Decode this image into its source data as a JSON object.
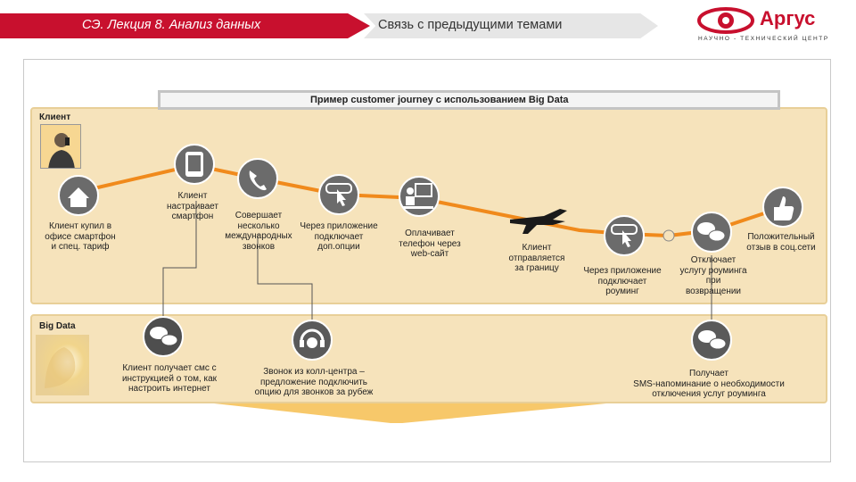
{
  "header": {
    "left_title": "СЭ. Лекция 8. Анализ данных",
    "right_title": "Связь с предыдущими темами"
  },
  "logo": {
    "name": "Аргус",
    "subtitle": "НАУЧНО - ТЕХНИЧЕСКИЙ ЦЕНТР"
  },
  "diagram": {
    "title": "Пример customer journey с использованием Big Data",
    "lane_client": "Клиент",
    "lane_bigdata": "Big Data",
    "steps": {
      "buy": "Клиент купил в\nофисе смартфон\nи спец. тариф",
      "setup": "Клиент\nнастраивает\nсмартфон",
      "calls": "Совершает\nнесколько\nмеждународных\nзвонков",
      "app_options": "Через приложение\nподключает\nдоп.опции",
      "pay_web": "Оплачивает\nтелефон через\nweb-сайт",
      "travel": "Клиент\nотправляется\nза границу",
      "app_roaming": "Через приложение\nподключает\nроуминг",
      "disable_roaming": "Отключает\nуслугу роуминга\nпри\nвозвращении",
      "positive": "Положительный\nотзыв в соц.сети"
    },
    "bigdata": {
      "sms_setup": "Клиент получает смс с\nинструкцией о том, как\nнастроить интернет",
      "callcenter": "Звонок из колл-центра –\nпредложение подключить\nопцию для звонков за рубеж",
      "sms_roaming": "Получает\nSMS-напоминание о необходимости\nотключения услуг роуминга"
    }
  },
  "colors": {
    "accent_red": "#c8102e",
    "journey_line": "#f08a1c",
    "band_fill": "#f6e3bb",
    "node_fill": "#6b6b6b"
  }
}
